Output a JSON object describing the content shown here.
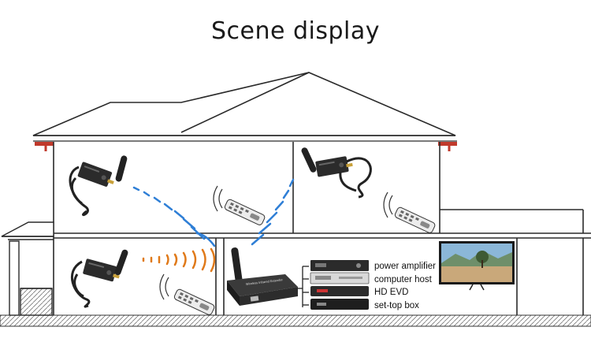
{
  "title": "Scene display",
  "device_labels": [
    "power amplifier",
    "computer host",
    "HD EVD",
    "set-top box"
  ],
  "hub_device_text": "Wireless Infrared Extender",
  "colors": {
    "outline": "#2a2a2a",
    "beam": "#2f7fd6",
    "beam_orange": "#e07a1a",
    "gutter": "#c0392b",
    "device": "#2b2b2b",
    "screen_sky": "#8bb7d8"
  },
  "icons": [
    "ir-receiver-icon",
    "antenna-icon",
    "remote-control-icon",
    "tv-icon",
    "ir-hub-icon"
  ]
}
